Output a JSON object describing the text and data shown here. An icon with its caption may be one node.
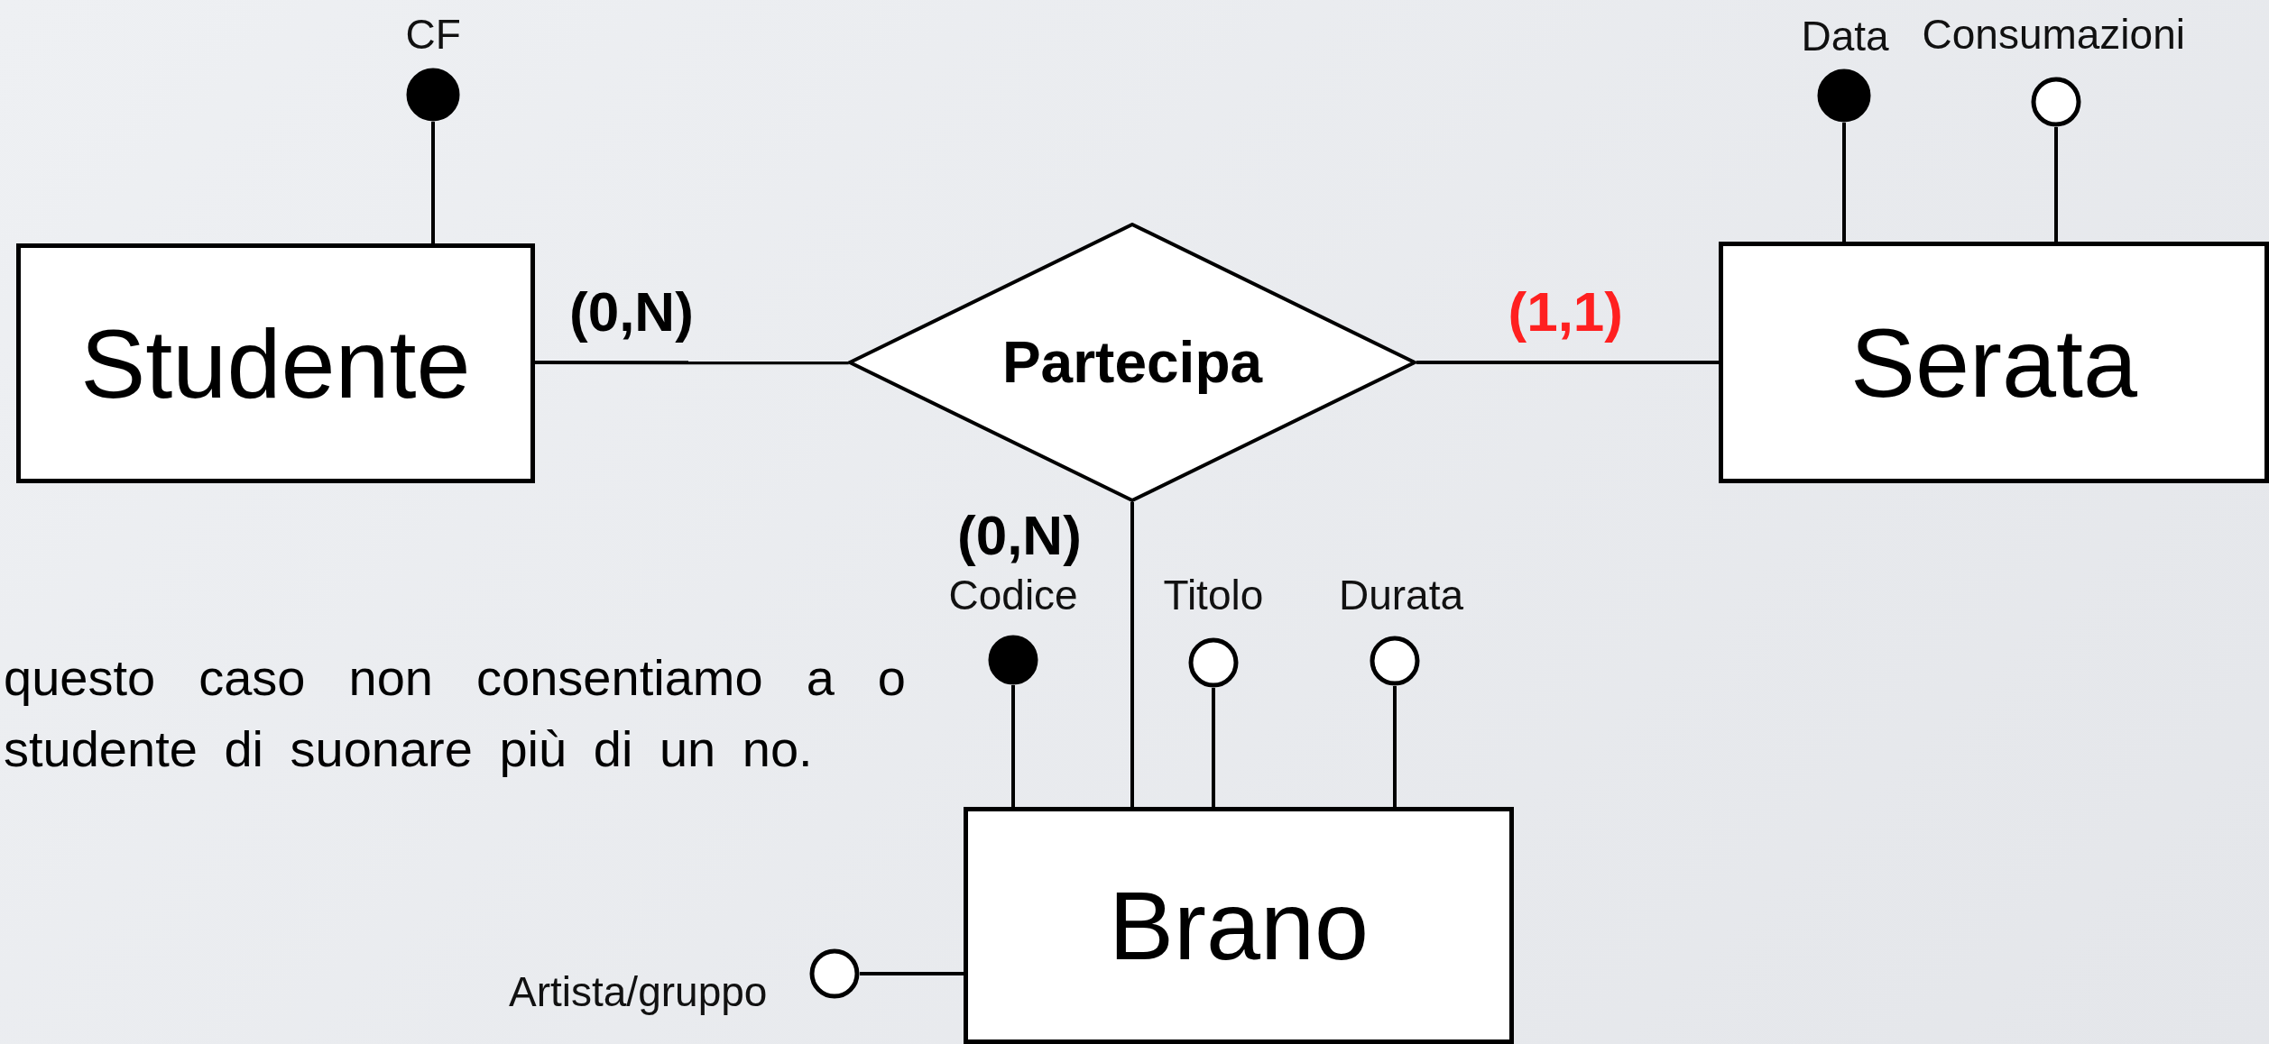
{
  "diagram": {
    "nodes": [
      {
        "text": [
          "Studente"
        ]
      },
      {
        "text": [
          "Partecipa"
        ]
      },
      {
        "text": [
          "Serata"
        ]
      },
      {
        "text": [
          "Brano"
        ]
      },
      {
        "text": [],
        "shape": "dot",
        "beside": [
          "CF"
        ]
      },
      {
        "text": [],
        "shape": "dot",
        "beside": [
          "Data"
        ]
      },
      {
        "text": [],
        "shape": "circle",
        "beside": [
          "Consumazioni"
        ]
      },
      {
        "text": [],
        "shape": "dot",
        "beside": [
          "Codice"
        ]
      },
      {
        "text": [],
        "shape": "circle",
        "beside": [
          "Titolo"
        ]
      },
      {
        "text": [],
        "shape": "circle",
        "beside": [
          "Durata"
        ]
      },
      {
        "text": [],
        "shape": "circle",
        "beside": [
          "Artista/gruppo"
        ]
      }
    ],
    "edges": [
      {
        "from": 0,
        "to": 1,
        "arrow": "none",
        "label": "(0,N)"
      },
      {
        "from": 1,
        "to": 2,
        "arrow": "none",
        "label": "(1,1)"
      },
      {
        "from": 1,
        "to": 3,
        "arrow": "none",
        "label": "(0,N)"
      },
      {
        "from": 4,
        "to": 0,
        "arrow": "none"
      },
      {
        "from": 5,
        "to": 2,
        "arrow": "none"
      },
      {
        "from": 6,
        "to": 2,
        "arrow": "none"
      },
      {
        "from": 7,
        "to": 3,
        "arrow": "none"
      },
      {
        "from": 8,
        "to": 3,
        "arrow": "none"
      },
      {
        "from": 9,
        "to": 3,
        "arrow": "none"
      },
      {
        "from": 10,
        "to": 3,
        "arrow": "none"
      }
    ],
    "labels": [
      "questo caso non consentiamo a o studente di suonare più di un no."
    ]
  }
}
